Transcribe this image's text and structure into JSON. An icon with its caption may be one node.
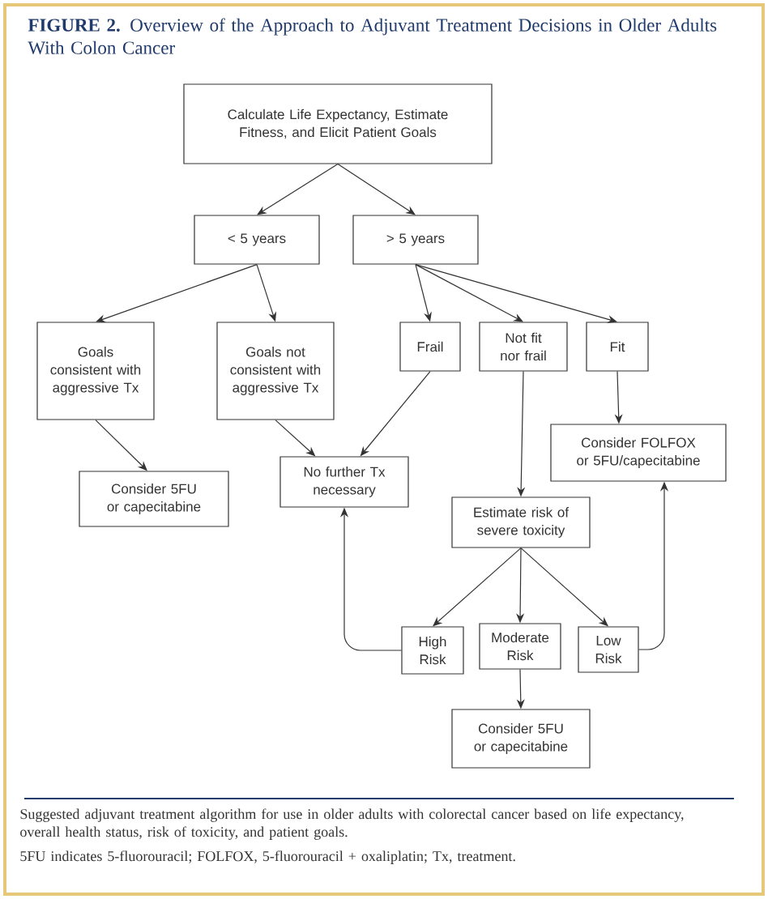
{
  "diagram": {
    "title": "**FIGURE 2.** Overview of the Approach to Adjuvant Treatment Decisions in Older Adults With Colon Cancer",
    "caption": "Suggested adjuvant treatment algorithm for use in older adults with colorectal cancer based on life expectancy, overall health status, risk of toxicity, and patient goals.",
    "nodes": [
      {
        "text": [
          "Calculate Life Expectancy, Estimate Fitness, and Elicit Patient Goals"
        ]
      },
      {
        "text": [
          "< 5 years"
        ]
      },
      {
        "text": [
          "> 5 years"
        ]
      },
      {
        "text": [
          "Goals consistent with aggressive Tx"
        ]
      },
      {
        "text": [
          "Goals not consistent with aggressive Tx"
        ]
      },
      {
        "text": [
          "Frail"
        ]
      },
      {
        "text": [
          "Not fit nor frail"
        ]
      },
      {
        "text": [
          "Fit"
        ]
      },
      {
        "text": [
          "Consider 5FU or capecitabine"
        ]
      },
      {
        "text": [
          "No further Tx necessary"
        ]
      },
      {
        "text": [
          "Consider FOLFOX or 5FU/capecitabine"
        ]
      },
      {
        "text": [
          "Estimate risk of severe toxicity"
        ]
      },
      {
        "text": [
          "High Risk"
        ]
      },
      {
        "text": [
          "Moderate Risk"
        ]
      },
      {
        "text": [
          "Low Risk"
        ]
      },
      {
        "text": [
          "Consider 5FU or capecitabine"
        ]
      }
    ],
    "edges": [
      {
        "from": 0,
        "to": 1,
        "arrow": "to"
      },
      {
        "from": 0,
        "to": 2,
        "arrow": "to"
      },
      {
        "from": 1,
        "to": 3,
        "arrow": "to"
      },
      {
        "from": 1,
        "to": 4,
        "arrow": "to"
      },
      {
        "from": 2,
        "to": 5,
        "arrow": "to"
      },
      {
        "from": 2,
        "to": 6,
        "arrow": "to"
      },
      {
        "from": 2,
        "to": 7,
        "arrow": "to"
      },
      {
        "from": 3,
        "to": 8,
        "arrow": "to"
      },
      {
        "from": 4,
        "to": 9,
        "arrow": "to"
      },
      {
        "from": 5,
        "to": 9,
        "arrow": "to"
      },
      {
        "from": 6,
        "to": 11,
        "arrow": "to"
      },
      {
        "from": 7,
        "to": 10,
        "arrow": "to"
      },
      {
        "from": 11,
        "to": 12,
        "arrow": "to"
      },
      {
        "from": 11,
        "to": 13,
        "arrow": "to"
      },
      {
        "from": 11,
        "to": 14,
        "arrow": "to"
      },
      {
        "from": 13,
        "to": 15,
        "arrow": "to"
      },
      {
        "from": 12,
        "to": 9,
        "arrow": "to"
      },
      {
        "from": 14,
        "to": 10,
        "arrow": "to"
      }
    ],
    "labels": [
      "5FU indicates 5-fluorouracil; FOLFOX, 5-fluorouracil + oxaliplatin; Tx, treatment."
    ]
  }
}
